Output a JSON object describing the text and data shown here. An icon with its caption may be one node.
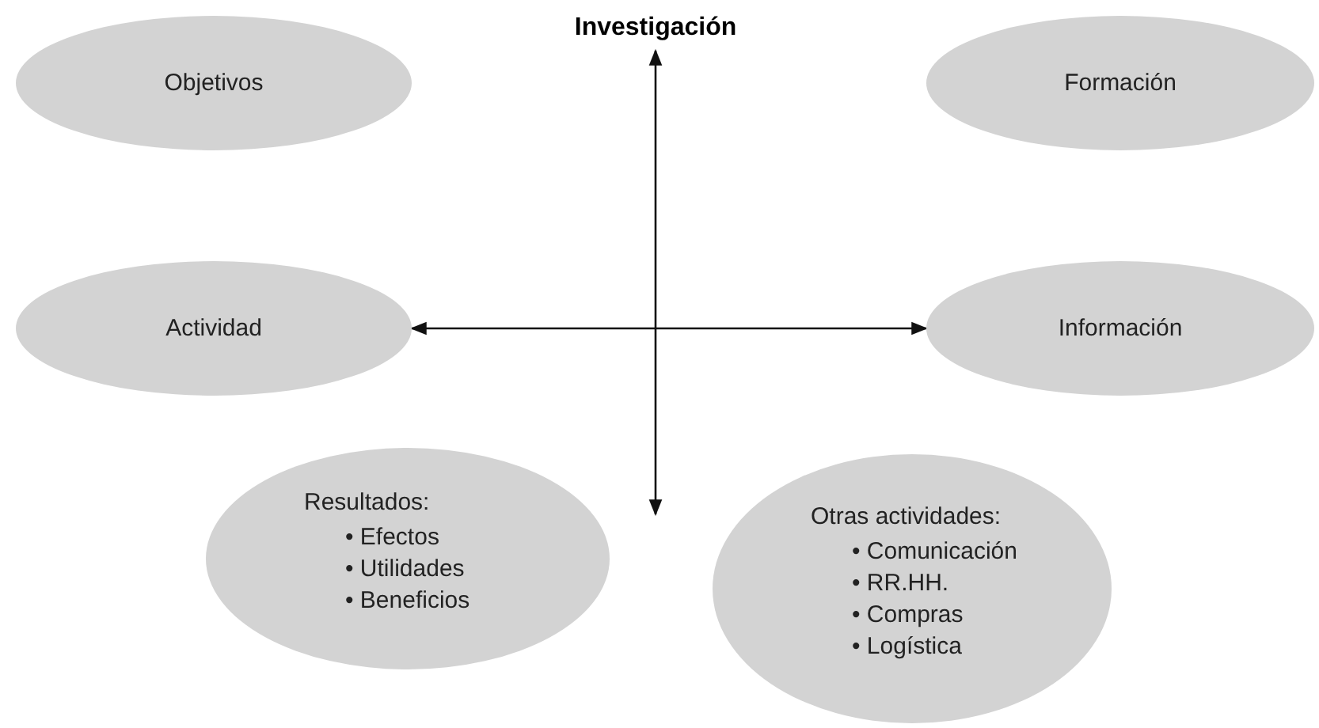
{
  "diagram": {
    "nodes": [
      {
        "text": [
          "Objetivos"
        ]
      },
      {
        "text": [
          "Investigación"
        ]
      },
      {
        "text": [
          "Formación"
        ]
      },
      {
        "text": [
          "Actividad"
        ]
      },
      {
        "text": [
          "Información"
        ]
      },
      {
        "text": [
          "Resultados:",
          "• Efectos",
          "• Utilidades",
          "• Beneficios"
        ]
      },
      {
        "text": [
          "Otras actividades:",
          "• Comunicación",
          "• RR.HH.",
          "• Compras",
          "• Logística"
        ]
      }
    ],
    "edges": [
      {
        "from": 3,
        "to": 4,
        "arrow": "both"
      },
      {
        "from": 1,
        "to": null,
        "arrow": "both"
      }
    ]
  }
}
